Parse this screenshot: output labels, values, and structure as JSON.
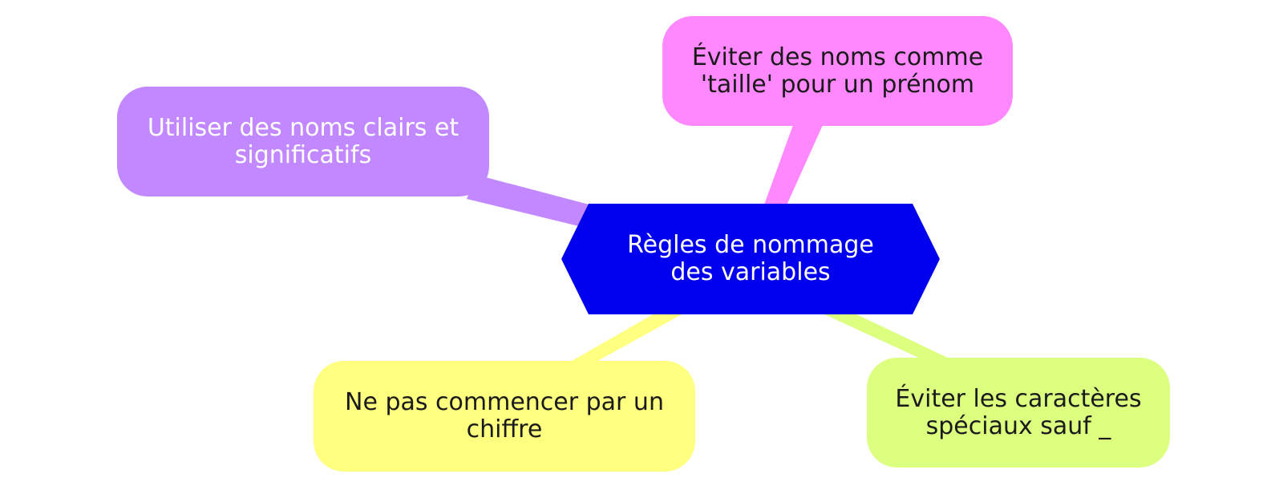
{
  "diagram": {
    "central": {
      "label": "Règles de nommage des variables",
      "color": "#0000ee"
    },
    "branches": [
      {
        "id": "top-right",
        "label": "Éviter des noms comme 'taille' pour un prénom",
        "color": "#ff88ff"
      },
      {
        "id": "top-left",
        "label": "Utiliser des noms clairs et significatifs",
        "color": "#c288ff"
      },
      {
        "id": "bottom-left",
        "label": "Ne pas commencer par un chiffre",
        "color": "#ffff80"
      },
      {
        "id": "bottom-right",
        "label": "Éviter les caractères spéciaux sauf _",
        "color": "#dcff80"
      }
    ]
  }
}
